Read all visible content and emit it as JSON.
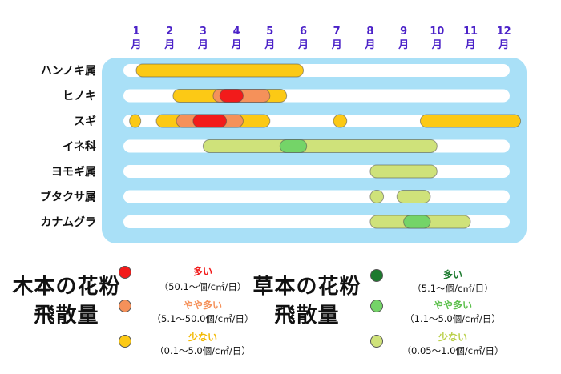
{
  "colors": {
    "panel": "#a9e0f7",
    "track": "#ffffff",
    "month": "#4b22c8",
    "tree_high": "#f21b1b",
    "tree_mid": "#f5915a",
    "tree_low": "#fcc915",
    "herb_high": "#1c7a2e",
    "herb_mid": "#74d468",
    "herb_low": "#cfe27a"
  },
  "chart_data": {
    "type": "gantt",
    "months": [
      {
        "num": "1",
        "unit": "月"
      },
      {
        "num": "2",
        "unit": "月"
      },
      {
        "num": "3",
        "unit": "月"
      },
      {
        "num": "4",
        "unit": "月"
      },
      {
        "num": "5",
        "unit": "月"
      },
      {
        "num": "6",
        "unit": "月"
      },
      {
        "num": "7",
        "unit": "月"
      },
      {
        "num": "8",
        "unit": "月"
      },
      {
        "num": "9",
        "unit": "月"
      },
      {
        "num": "10",
        "unit": "月"
      },
      {
        "num": "11",
        "unit": "月"
      },
      {
        "num": "12",
        "unit": "月"
      }
    ],
    "rows": [
      {
        "label": "ハンノキ属",
        "segments": [
          {
            "start": 1.0,
            "end": 6.0,
            "level": "tree_low"
          }
        ]
      },
      {
        "label": "ヒノキ",
        "segments": [
          {
            "start": 2.1,
            "end": 5.5,
            "level": "tree_low"
          },
          {
            "start": 3.3,
            "end": 5.0,
            "level": "tree_mid"
          },
          {
            "start": 3.5,
            "end": 4.2,
            "level": "tree_high"
          }
        ]
      },
      {
        "label": "スギ",
        "segments": [
          {
            "start": 0.8,
            "end": 1.1,
            "level": "tree_low"
          },
          {
            "start": 1.6,
            "end": 5.0,
            "level": "tree_low"
          },
          {
            "start": 2.2,
            "end": 4.2,
            "level": "tree_mid"
          },
          {
            "start": 2.7,
            "end": 3.7,
            "level": "tree_high"
          },
          {
            "start": 6.9,
            "end": 7.3,
            "level": "tree_low"
          },
          {
            "start": 9.5,
            "end": 12.5,
            "level": "tree_low"
          }
        ]
      },
      {
        "label": "イネ科",
        "segments": [
          {
            "start": 3.0,
            "end": 10.0,
            "level": "herb_low"
          },
          {
            "start": 5.3,
            "end": 6.1,
            "level": "herb_mid"
          }
        ]
      },
      {
        "label": "ヨモギ属",
        "segments": [
          {
            "start": 8.0,
            "end": 10.0,
            "level": "herb_low"
          }
        ]
      },
      {
        "label": "ブタクサ属",
        "segments": [
          {
            "start": 8.0,
            "end": 8.4,
            "level": "herb_low"
          },
          {
            "start": 8.8,
            "end": 9.8,
            "level": "herb_low"
          }
        ]
      },
      {
        "label": "カナムグラ",
        "segments": [
          {
            "start": 8.0,
            "end": 11.0,
            "level": "herb_low"
          },
          {
            "start": 9.0,
            "end": 9.8,
            "level": "herb_mid"
          }
        ]
      }
    ]
  },
  "legend": {
    "tree": {
      "title_line1": "木本の花粉",
      "title_line2": "飛散量",
      "items": [
        {
          "level": "tree_high",
          "label": "多い",
          "range": "（50.1〜個/c㎡/日）",
          "label_color": "#f21b1b"
        },
        {
          "level": "tree_mid",
          "label": "やや多い",
          "range": "（5.1〜50.0個/c㎡/日）",
          "label_color": "#f5915a"
        },
        {
          "level": "tree_low",
          "label": "少ない",
          "range": "（0.1〜5.0個/c㎡/日）",
          "label_color": "#f2b800"
        }
      ]
    },
    "herb": {
      "title_line1": "草本の花粉",
      "title_line2": "飛散量",
      "items": [
        {
          "level": "herb_high",
          "label": "多い",
          "range": "（5.1〜個/c㎡/日）",
          "label_color": "#1c7a2e"
        },
        {
          "level": "herb_mid",
          "label": "やや多い",
          "range": "（1.1〜5.0個/c㎡/日）",
          "label_color": "#5cc04c"
        },
        {
          "level": "herb_low",
          "label": "少ない",
          "range": "（0.05〜1.0個/c㎡/日）",
          "label_color": "#b9cf48"
        }
      ]
    }
  }
}
